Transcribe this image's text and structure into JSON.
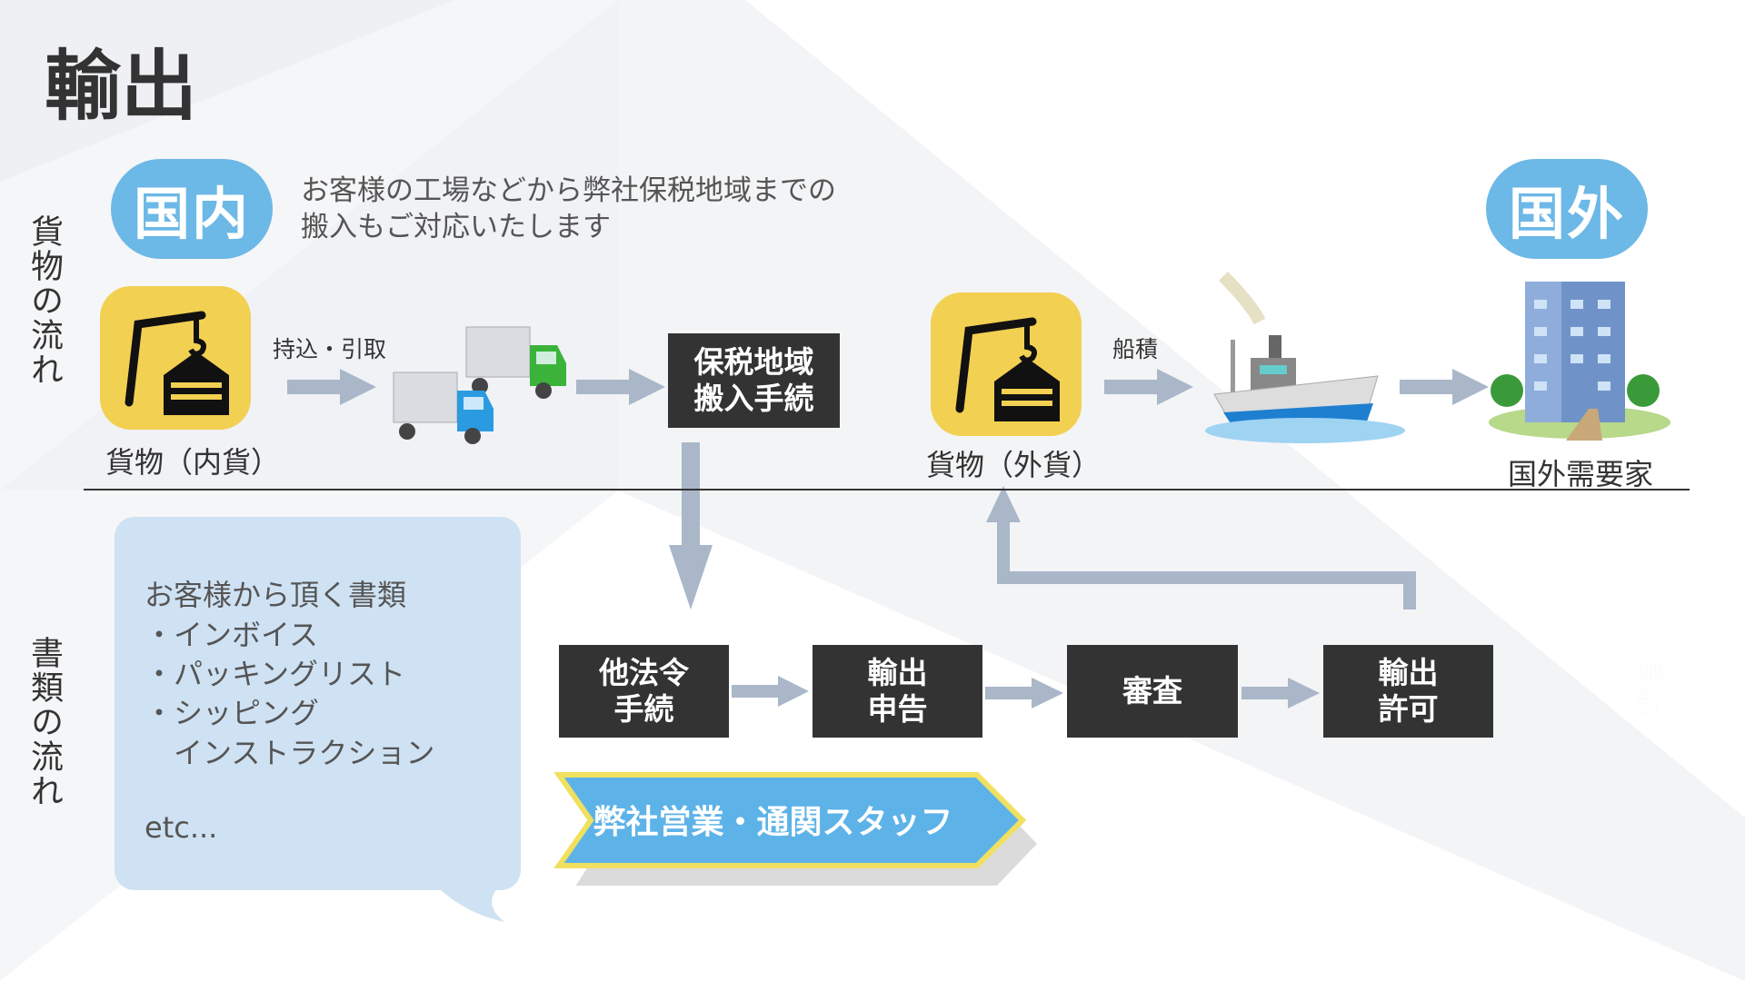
{
  "title": "輸出",
  "domestic_label": "国内",
  "overseas_label": "国外",
  "description": [
    "お客様の工場などから弊社保税地域までの",
    "搬入もご対応いたします"
  ],
  "row_labels": {
    "cargo_flow": "貨物の流れ",
    "document_flow": "書類の流れ"
  },
  "cargo": {
    "domestic_cargo": "貨物（内貨）",
    "carry_label": "持込・引取",
    "bonded_box": "保税地域\n搬入手続",
    "foreign_cargo": "貨物（外貨）",
    "loading_label": "船積",
    "overseas_customer": "国外需要家"
  },
  "documents": {
    "intro": "お客様から頂く書類",
    "items": [
      "・インボイス",
      "・パッキングリスト",
      "・シッピング",
      "　インストラクション"
    ],
    "etc": "etc..."
  },
  "steps": [
    "他法令\n手続",
    "輸出\n申告",
    "審査",
    "輸出\n許可"
  ],
  "banner": "弊社営業・通関スタッフ",
  "faint_text": "輸入\n許可",
  "colors": {
    "blue_pill": "#6cb8e6",
    "yellow_icon": "#f2d052",
    "dark_box": "#333333",
    "arrow": "#a9b7c8",
    "bubble": "#cfe2f3",
    "banner": "#5db3e8",
    "banner_border": "#f0e060"
  }
}
